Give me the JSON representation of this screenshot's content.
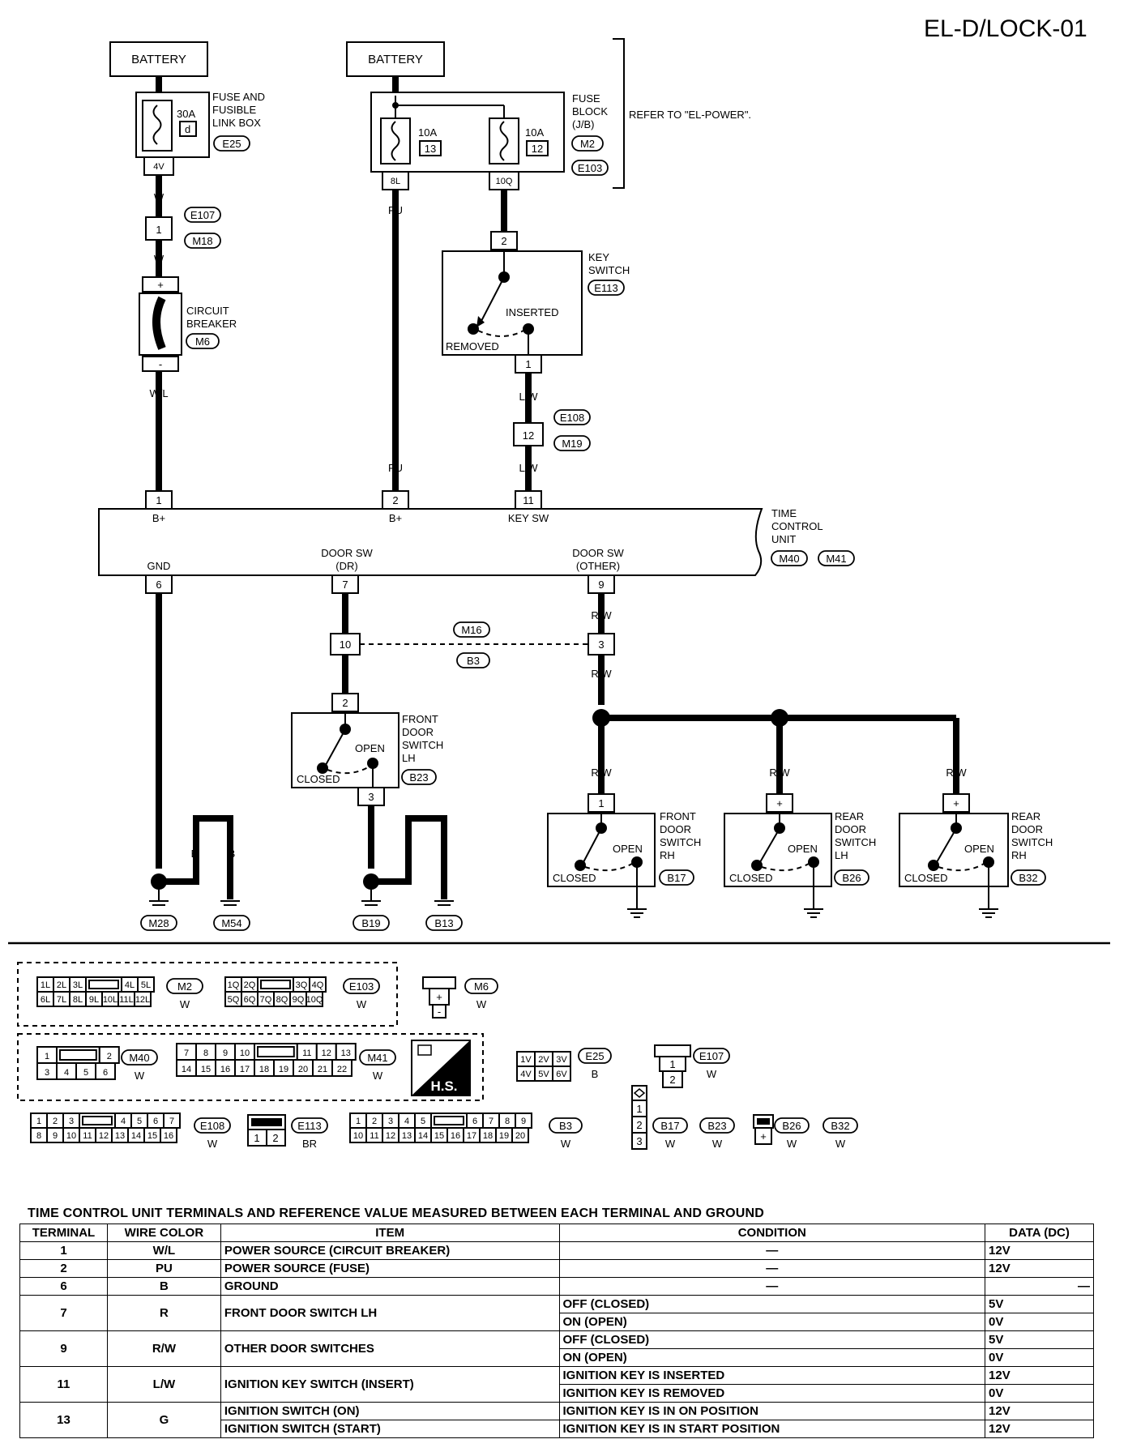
{
  "page_code": "EL-D/LOCK-01",
  "battery_label": "BATTERY",
  "refer_note": "REFER TO \"EL-POWER\".",
  "fusible_link_box": {
    "label": [
      "FUSE AND",
      "FUSIBLE",
      "LINK BOX"
    ],
    "rating": "30A",
    "letter": "d",
    "connector": "E25",
    "terminal": "4V"
  },
  "fuse_block": {
    "label": [
      "FUSE",
      "BLOCK",
      "(J/B)"
    ],
    "fuses": [
      {
        "rating": "10A",
        "number": "13",
        "terminal": "8L"
      },
      {
        "rating": "10A",
        "number": "12",
        "terminal": "10Q"
      }
    ],
    "connectors": [
      "M2",
      "E103"
    ]
  },
  "key_switch": {
    "label": [
      "KEY",
      "SWITCH"
    ],
    "connector": "E113",
    "positions": [
      "INSERTED",
      "REMOVED"
    ],
    "pin_top": "2",
    "pin_bottom": "1"
  },
  "circuit_breaker": {
    "label": [
      "CIRCUIT",
      "BREAKER"
    ],
    "connector": "M6",
    "plus": "+",
    "minus": "-"
  },
  "wires": {
    "w": "W",
    "wl": "W/L",
    "pu": "PU",
    "r": "R",
    "lw": "L/W",
    "rw": "R/W",
    "b": "B"
  },
  "joints": {
    "e107": "E107",
    "m18": "M18",
    "pin1": "1",
    "e108": "E108",
    "m19": "M19",
    "pin12": "12",
    "m16": "M16",
    "b3": "B3",
    "pin10": "10",
    "pin3": "3"
  },
  "tcu": {
    "label": [
      "TIME",
      "CONTROL",
      "UNIT"
    ],
    "connectors": [
      "M40",
      "M41"
    ],
    "top_pins": [
      {
        "pin": "1",
        "name": "B+"
      },
      {
        "pin": "2",
        "name": "B+"
      },
      {
        "pin": "11",
        "name": "KEY SW"
      }
    ],
    "bottom_pins": [
      {
        "pin": "6",
        "name": "GND"
      },
      {
        "pin": "7",
        "name": "DOOR SW",
        "sub": "(DR)"
      },
      {
        "pin": "9",
        "name": "DOOR SW",
        "sub": "(OTHER)"
      }
    ]
  },
  "door_switches": [
    {
      "label": [
        "FRONT",
        "DOOR",
        "SWITCH",
        "LH"
      ],
      "connector": "B23",
      "pin_top": "2",
      "pin_bottom": "3"
    },
    {
      "label": [
        "FRONT",
        "DOOR",
        "SWITCH",
        "RH"
      ],
      "connector": "B17",
      "pin_top": "1"
    },
    {
      "label": [
        "REAR",
        "DOOR",
        "SWITCH",
        "LH"
      ],
      "connector": "B26",
      "pin_top": "+"
    },
    {
      "label": [
        "REAR",
        "DOOR",
        "SWITCH",
        "RH"
      ],
      "connector": "B32",
      "pin_top": "+"
    }
  ],
  "switch_states": {
    "open": "OPEN",
    "closed": "CLOSED"
  },
  "grounds": [
    "M28",
    "M54",
    "B19",
    "B13"
  ],
  "connector_views": {
    "m2": {
      "id": "M2",
      "color": "W",
      "row1": [
        "1L",
        "2L",
        "3L",
        "",
        "4L",
        "5L"
      ],
      "row2": [
        "6L",
        "7L",
        "8L",
        "9L",
        "10L",
        "11L",
        "12L"
      ]
    },
    "e103": {
      "id": "E103",
      "color": "W",
      "row1": [
        "1Q",
        "2Q",
        "",
        "3Q",
        "4Q"
      ],
      "row2": [
        "5Q",
        "6Q",
        "7Q",
        "8Q",
        "9Q",
        "10Q"
      ]
    },
    "m6": {
      "id": "M6",
      "color": "W",
      "row1": [
        "+"
      ],
      "row2": [
        "-"
      ]
    },
    "m40": {
      "id": "M40",
      "color": "W",
      "row1": [
        "1",
        "",
        "2"
      ],
      "row2": [
        "3",
        "4",
        "5",
        "6"
      ]
    },
    "m41": {
      "id": "M41",
      "color": "W",
      "row1": [
        "7",
        "8",
        "9",
        "10",
        "",
        "11",
        "12",
        "13"
      ],
      "row2": [
        "14",
        "15",
        "16",
        "17",
        "18",
        "19",
        "20",
        "21",
        "22"
      ]
    },
    "hs": {
      "text": "H.S."
    },
    "e25": {
      "id": "E25",
      "color": "B",
      "row1": [
        "1V",
        "2V",
        "3V"
      ],
      "row2": [
        "4V",
        "5V",
        "6V"
      ]
    },
    "e107": {
      "id": "E107",
      "color": "W",
      "row1": [
        "1"
      ],
      "row2": [
        "2"
      ]
    },
    "e108": {
      "id": "E108",
      "color": "W",
      "row1": [
        "1",
        "2",
        "3",
        "",
        "4",
        "5",
        "6",
        "7"
      ],
      "row2": [
        "8",
        "9",
        "10",
        "11",
        "12",
        "13",
        "14",
        "15",
        "16"
      ]
    },
    "e113": {
      "id": "E113",
      "color": "BR",
      "row1": [
        ""
      ],
      "row2": [
        "1",
        "2"
      ]
    },
    "b3": {
      "id": "B3",
      "color": "W",
      "row1": [
        "1",
        "2",
        "3",
        "4",
        "5",
        "",
        "6",
        "7",
        "8",
        "9"
      ],
      "row2": [
        "10",
        "11",
        "12",
        "13",
        "14",
        "15",
        "16",
        "17",
        "18",
        "19",
        "20"
      ]
    },
    "b17b23": {
      "ids": [
        "B17",
        "B23"
      ],
      "color": "W",
      "pins": [
        "1",
        "2",
        "3"
      ]
    },
    "b26b32": {
      "ids": [
        "B26",
        "B32"
      ],
      "color": "W",
      "pins": [
        "+"
      ]
    }
  },
  "table": {
    "title": "TIME CONTROL UNIT TERMINALS AND REFERENCE VALUE MEASURED BETWEEN EACH TERMINAL AND GROUND",
    "headers": [
      "TERMINAL",
      "WIRE COLOR",
      "ITEM",
      "CONDITION",
      "DATA (DC)"
    ],
    "rows": [
      {
        "terminal": "1",
        "wire": "W/L",
        "item": "POWER SOURCE (CIRCUIT BREAKER)",
        "conditions": [
          {
            "condition": "—",
            "data": "12V"
          }
        ]
      },
      {
        "terminal": "2",
        "wire": "PU",
        "item": "POWER SOURCE (FUSE)",
        "conditions": [
          {
            "condition": "—",
            "data": "12V"
          }
        ]
      },
      {
        "terminal": "6",
        "wire": "B",
        "item": "GROUND",
        "conditions": [
          {
            "condition": "—",
            "data": "—"
          }
        ]
      },
      {
        "terminal": "7",
        "wire": "R",
        "item": "FRONT DOOR SWITCH LH",
        "conditions": [
          {
            "condition": "OFF (CLOSED)",
            "data": "5V"
          },
          {
            "condition": "ON (OPEN)",
            "data": "0V"
          }
        ]
      },
      {
        "terminal": "9",
        "wire": "R/W",
        "item": "OTHER DOOR SWITCHES",
        "conditions": [
          {
            "condition": "OFF (CLOSED)",
            "data": "5V"
          },
          {
            "condition": "ON (OPEN)",
            "data": "0V"
          }
        ]
      },
      {
        "terminal": "11",
        "wire": "L/W",
        "item": "IGNITION KEY SWITCH (INSERT)",
        "conditions": [
          {
            "condition": "IGNITION KEY IS INSERTED",
            "data": "12V"
          },
          {
            "condition": "IGNITION KEY IS REMOVED",
            "data": "0V"
          }
        ]
      },
      {
        "terminal": "13",
        "wire": "G",
        "item": null,
        "subitems": [
          {
            "item": "IGNITION SWITCH (ON)",
            "condition": "IGNITION KEY IS IN ON POSITION",
            "data": "12V"
          },
          {
            "item": "IGNITION SWITCH (START)",
            "condition": "IGNITION KEY IS IN START POSITION",
            "data": "12V"
          }
        ]
      }
    ]
  }
}
